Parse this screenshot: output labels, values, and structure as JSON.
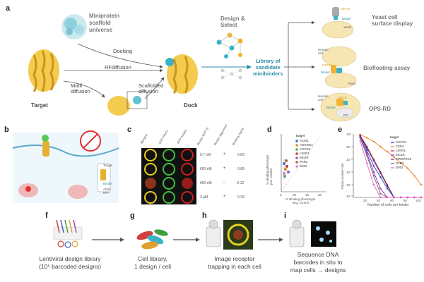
{
  "panels": [
    "a",
    "b",
    "c",
    "d",
    "e",
    "f",
    "g",
    "h",
    "i"
  ],
  "a": {
    "scaffold_label_line1": "Miniprotein",
    "scaffold_label_line2": "scaffold",
    "scaffold_label_line3": "universe",
    "docking": "Docking",
    "rfdiffusion": "RFdiffusion",
    "motif_line1": "Motif",
    "motif_line2": "diffusion",
    "scaffolded_line1": "Scaffolded",
    "scaffolded_line2": "diffusion",
    "target": "Target",
    "dock": "Dock",
    "design_line1": "Design &",
    "design_line2": "Select",
    "library_line1": "Library of",
    "library_line2": "candidate",
    "library_line3": "minibinders",
    "yeast_display_line1": "Yeast cell",
    "yeast_display_line2": "surface display",
    "biofloating": "Biofloating assay",
    "opsrd": "OPS-RD",
    "gpcr": "GPCR",
    "binder": "Binder",
    "yeast": "Yeast",
    "human_cell_line1": "Human",
    "human_cell_line2": "cell",
    "er": "ER"
  },
  "b": {
    "target": "Target",
    "binder": "Binder",
    "adel_line1": "ADEL",
    "adel_line2": "RFP"
  },
  "c": {
    "headers": [
      "Merged",
      "GFP-PAK2",
      "RFP-binder",
      "Binder-GFP %",
      "Binder alignment",
      "Binding signal"
    ],
    "rows": [
      {
        "conc": "0.7 nM",
        "align": "+",
        "signal": "0.69"
      },
      {
        "conc": "600 nM",
        "align": "+",
        "signal": "0.68"
      },
      {
        "conc": "600 nM",
        "align": "-",
        "signal": "-0.32"
      },
      {
        "conc": "3 μM",
        "align": "+",
        "signal": "0.39"
      }
    ]
  },
  "d": {
    "legend_title": "Target",
    "legend": [
      "ACM1",
      "ADGRG1",
      "CXCR4",
      "LPAR1",
      "MC4R",
      "PAR2",
      "SMO"
    ],
    "ylabel_line1": "% Binding phenotype",
    "ylabel_line2": "pos. control",
    "xlabel_line1": "% Binding phenotype",
    "xlabel_line2": "neg. control",
    "xticks": [
      "0",
      "20",
      "40",
      "60"
    ]
  },
  "e": {
    "legend_title": "target",
    "legend": [
      "CXCR4",
      "FZD4",
      "LPAR1",
      "MC4R",
      "MRGPRX2",
      "PAR2",
      "SMO"
    ],
    "ylabel": "False positive rate",
    "xlabel": "Number of cells per binder",
    "xticks": [
      "20",
      "40",
      "60",
      "80",
      "100"
    ],
    "yticks": [
      "10⁰",
      "10⁻¹",
      "10⁻²",
      "10⁻³",
      "10⁻⁴",
      "10⁻⁵"
    ],
    "colors": [
      "#1f3fbf",
      "#f07b1a",
      "#b02a2a",
      "#9b1fa8",
      "#5a2a8a",
      "#6a6a6a",
      "#e85bc0"
    ]
  },
  "chart_data": {
    "type": "line",
    "xlabel": "Number of cells per binder",
    "ylabel": "False positive rate",
    "legend_title": "target",
    "x": [
      10,
      20,
      30,
      40,
      50,
      60,
      70,
      80,
      90,
      100
    ],
    "ylog": true,
    "ylim_exp": [
      -5,
      0
    ],
    "series": [
      {
        "name": "CXCR4",
        "color": "#1f3fbf",
        "values": [
          0.8,
          0.05,
          0.003,
          0.0004,
          5e-05,
          1e-05,
          1e-05,
          1e-05,
          1e-05,
          1e-05
        ]
      },
      {
        "name": "FZD4",
        "color": "#f07b1a",
        "values": [
          0.9,
          0.5,
          0.25,
          0.1,
          0.04,
          0.015,
          0.005,
          0.002,
          0.0005,
          0.0001
        ]
      },
      {
        "name": "LPAR1",
        "color": "#b02a2a",
        "values": [
          0.8,
          0.1,
          0.01,
          0.001,
          0.0001,
          1e-05,
          1e-05,
          1e-05,
          1e-05,
          1e-05
        ]
      },
      {
        "name": "MC4R",
        "color": "#9b1fa8",
        "values": [
          0.6,
          0.03,
          0.001,
          5e-05,
          1e-05,
          1e-05,
          1e-05,
          1e-05,
          1e-05,
          1e-05
        ]
      },
      {
        "name": "MRGPRX2",
        "color": "#5a2a8a",
        "values": [
          0.7,
          0.08,
          0.008,
          0.0008,
          8e-05,
          1e-05,
          1e-05,
          1e-05,
          1e-05,
          1e-05
        ]
      },
      {
        "name": "PAR2",
        "color": "#6a6a6a",
        "values": [
          0.5,
          0.02,
          0.0005,
          2e-05,
          1e-05,
          1e-05,
          1e-05,
          1e-05,
          1e-05,
          1e-05
        ]
      },
      {
        "name": "SMO",
        "color": "#e85bc0",
        "values": [
          0.3,
          0.005,
          0.0001,
          1e-05,
          1e-05,
          1e-05,
          1e-05,
          1e-05,
          1e-05,
          1e-05
        ]
      }
    ]
  },
  "f": {
    "line1": "Lentiviral design library",
    "line2": "(10⁵ barcoded designs)"
  },
  "g": {
    "line1": "Cell library,",
    "line2": "1 design / cell"
  },
  "h": {
    "line1": "Image receptor",
    "line2": "trapping in each cell"
  },
  "i": {
    "line1": "Sequence DNA",
    "line2": "barcodes in situ to",
    "line3": "map cells → designs"
  }
}
